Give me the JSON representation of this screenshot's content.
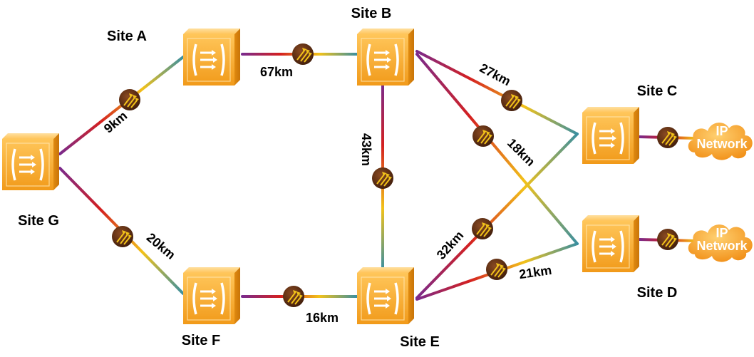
{
  "sites": [
    {
      "id": "A",
      "label": "Site A"
    },
    {
      "id": "B",
      "label": "Site B"
    },
    {
      "id": "C",
      "label": "Site C"
    },
    {
      "id": "D",
      "label": "Site D"
    },
    {
      "id": "E",
      "label": "Site E"
    },
    {
      "id": "F",
      "label": "Site F"
    },
    {
      "id": "G",
      "label": "Site G"
    }
  ],
  "links": [
    {
      "from": "G",
      "to": "A",
      "distance": "9km"
    },
    {
      "from": "A",
      "to": "B",
      "distance": "67km"
    },
    {
      "from": "B",
      "to": "C",
      "distance": "27km"
    },
    {
      "from": "B",
      "to": "D",
      "distance": "18km"
    },
    {
      "from": "B",
      "to": "E",
      "distance": "43km"
    },
    {
      "from": "G",
      "to": "F",
      "distance": "20km"
    },
    {
      "from": "F",
      "to": "E",
      "distance": "16km"
    },
    {
      "from": "E",
      "to": "C",
      "distance": "32km"
    },
    {
      "from": "E",
      "to": "D",
      "distance": "21km"
    }
  ],
  "clouds": [
    {
      "id": "cloud-c",
      "line1": "IP",
      "line2": "Network"
    },
    {
      "id": "cloud-d",
      "line1": "IP",
      "line2": "Network"
    }
  ],
  "colors": {
    "device_orange": "#f5a623",
    "amplifier_brown": "#5a2a12",
    "cloud_orange": "#f8a020",
    "fiber_purple": "#7a2a8c",
    "fiber_red": "#d42020",
    "fiber_yellow": "#f2c21a",
    "fiber_teal": "#3a8fa0"
  }
}
